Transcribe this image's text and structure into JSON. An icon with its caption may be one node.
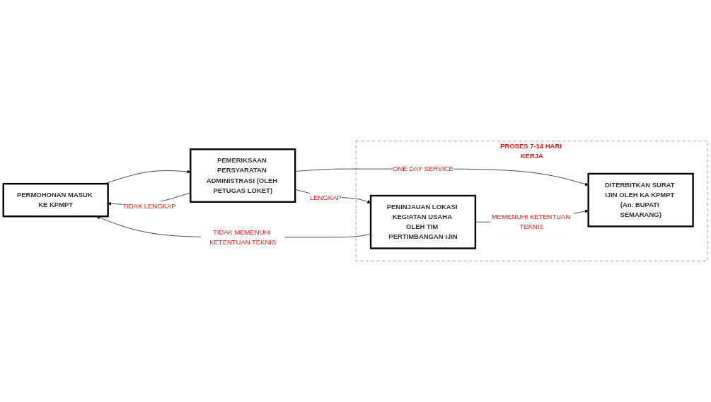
{
  "diagram": {
    "nodes": [
      {
        "text": [
          "PERMOHONAN MASUK KE KPMPT"
        ]
      },
      {
        "text": [
          "PEMERIKSAAN PERSYARATAN ADMINISTRASI (OLEH PETUGAS LOKET)"
        ]
      },
      {
        "text": [
          "PROSES 7-14 HARI KERJA"
        ]
      },
      {
        "text": [
          "PENINJAUAN LOKASI KEGIATAN USAHA OLEH TIM PERTIMBANGAN IJIN"
        ],
        "in": 2
      },
      {
        "text": [
          "DITERBITKAN SURAT IJIN OLEH KA KPMPT (An. BUPATI SEMARANG)"
        ],
        "in": 2
      }
    ],
    "edges": [
      {
        "from": 0,
        "to": 1,
        "arrow": "to"
      },
      {
        "from": 1,
        "to": 3,
        "label": "LENGKAP",
        "arrow": "to"
      },
      {
        "from": 1,
        "to": 0,
        "label": "TIDAK LENGKAP",
        "arrow": "to"
      },
      {
        "from": 1,
        "to": 4,
        "label": "ONE DAY SERVICE",
        "arrow": "to"
      },
      {
        "from": 3,
        "to": 4,
        "label": "MEMENUHI KETENTUAN TEKNIS",
        "arrow": "to"
      },
      {
        "from": 3,
        "to": 0,
        "label": "TIDAK MEMENUHI KETENTUAN TEKNIS",
        "arrow": "to"
      }
    ]
  }
}
